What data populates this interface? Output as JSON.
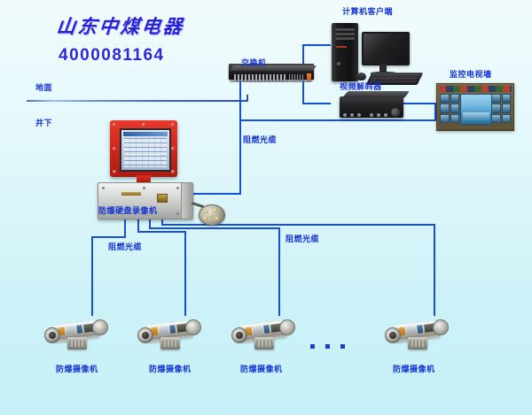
{
  "branding": {
    "company_name": "山东中煤电器",
    "phone": "4000081164",
    "brand_color": "#2222dd"
  },
  "zones": {
    "surface_label": "地面",
    "underground_label": "井下"
  },
  "devices": {
    "switch": {
      "label": "交换机",
      "icon": "network-switch-icon"
    },
    "computer_client": {
      "label": "计算机客户端",
      "icon": "desktop-computer-icon"
    },
    "video_decoder": {
      "label": "视频解码器",
      "icon": "video-decoder-icon"
    },
    "tv_wall": {
      "label": "监控电视墙",
      "icon": "tv-wall-icon"
    },
    "dvr": {
      "label": "防爆硬盘录像机",
      "icon": "explosion-proof-dvr-icon"
    }
  },
  "cables": {
    "trunk_label": "阻燃光缆",
    "left_branch_label": "阻燃光缆",
    "right_branch_label": "阻燃光缆",
    "line_color": "#1550d8"
  },
  "cameras": [
    {
      "label": "防爆摄像机"
    },
    {
      "label": "防爆摄像机"
    },
    {
      "label": "防爆摄像机"
    },
    {
      "label": "防爆摄像机"
    }
  ],
  "continuation": {
    "glyph": "···",
    "meaning": "more-cameras-ellipsis"
  }
}
